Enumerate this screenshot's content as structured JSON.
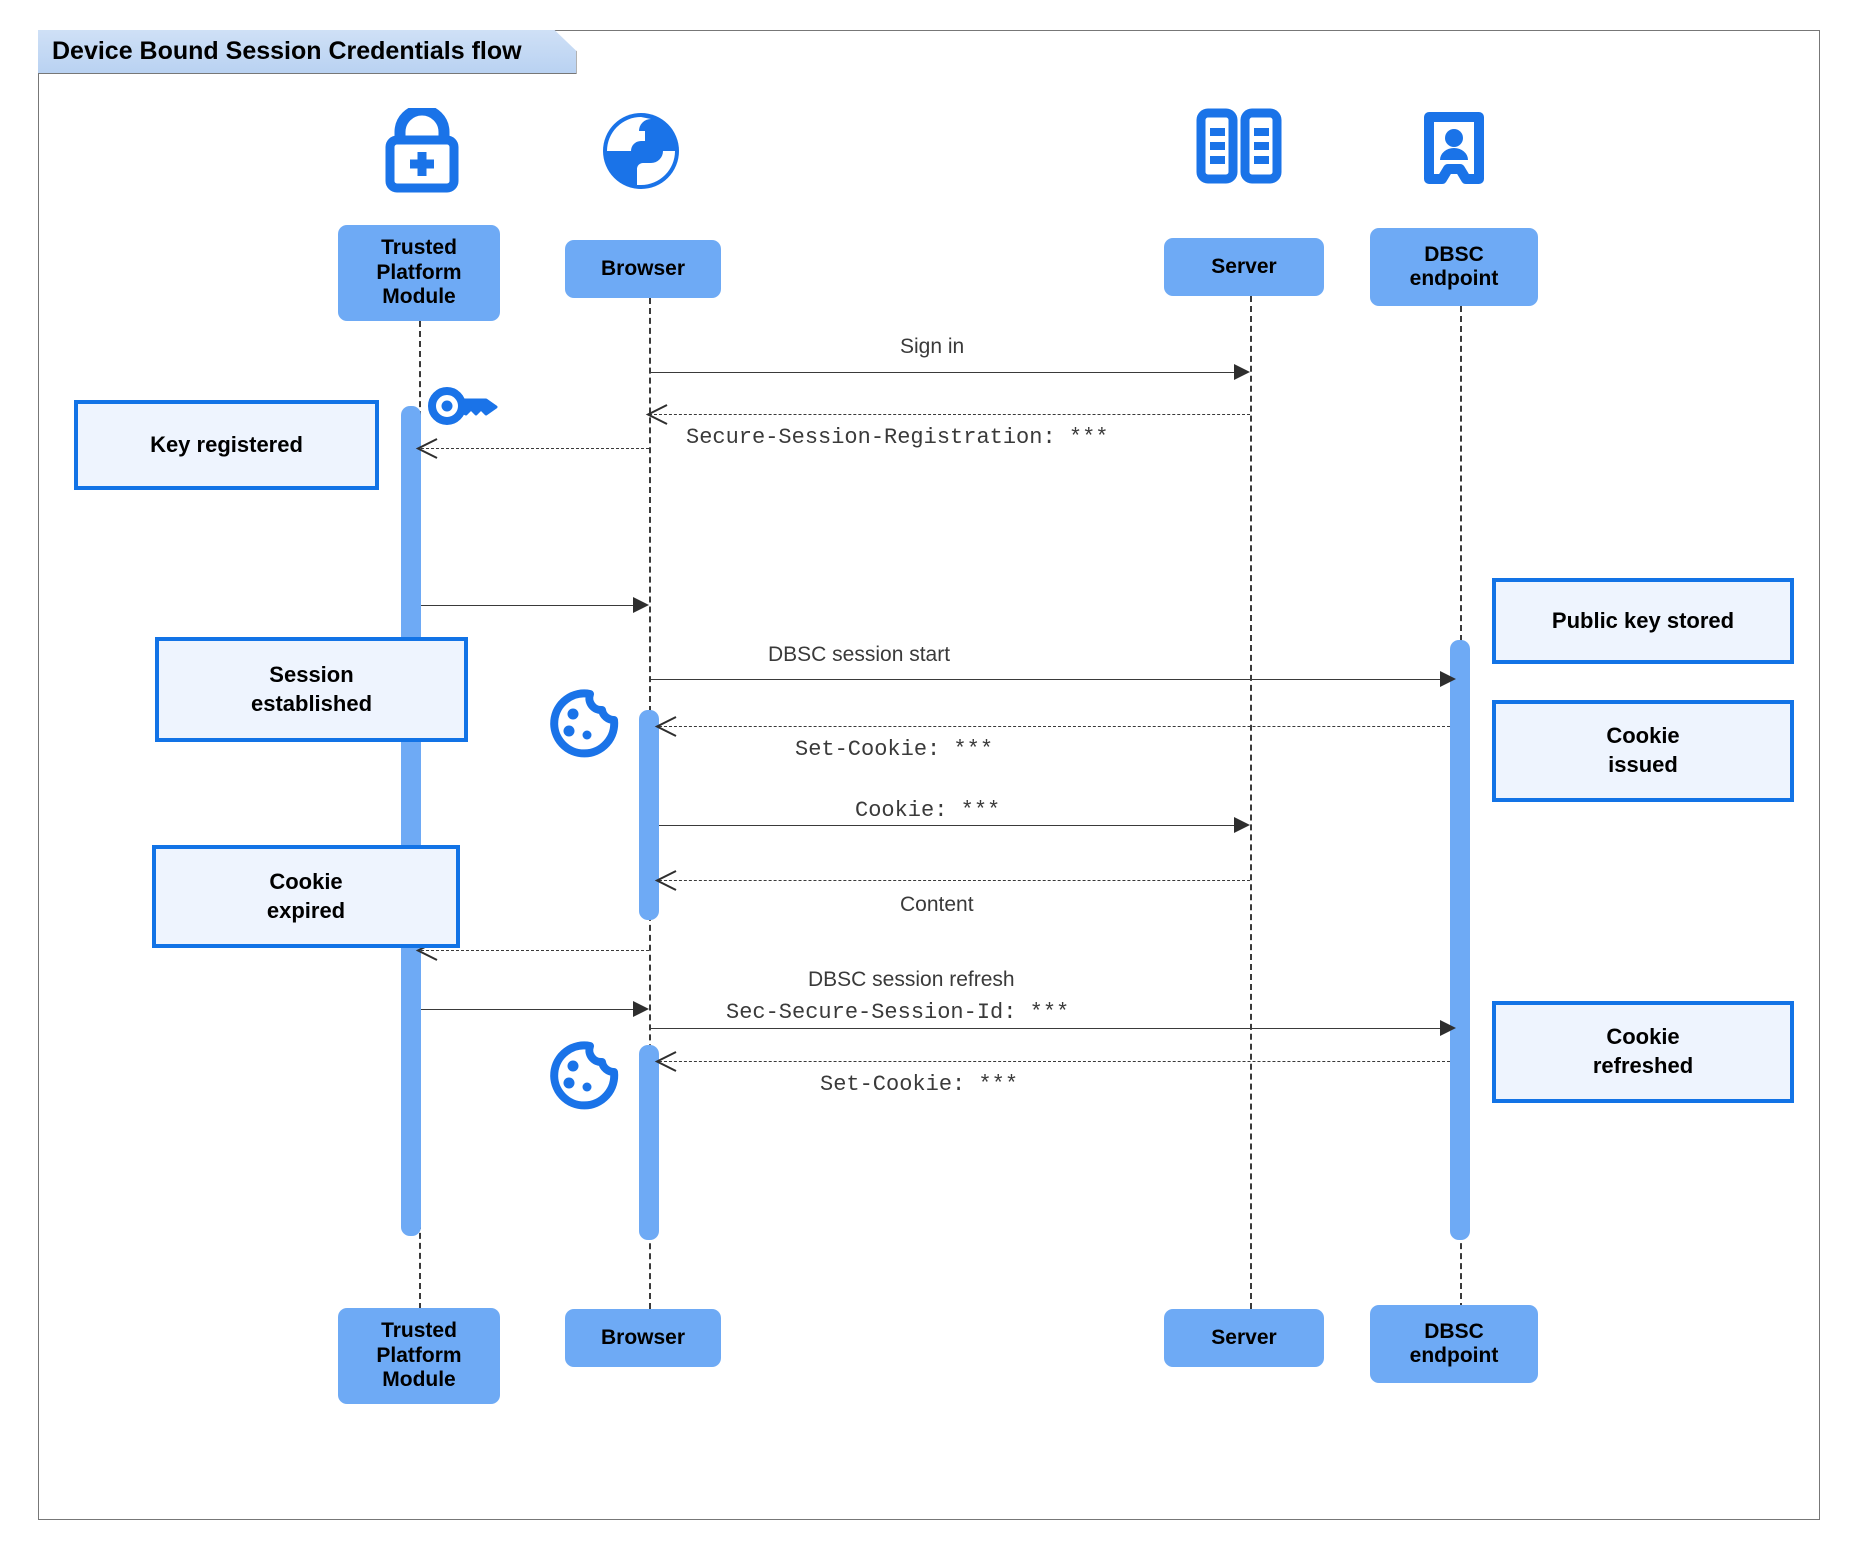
{
  "diagram": {
    "title": "Device Bound Session Credentials flow",
    "type": "uml-sequence-diagram",
    "colors": {
      "participant_fill": "#6eaaf5",
      "note_fill": "#eef4fe",
      "note_border": "#1273e6",
      "icon_blue": "#1a73e8",
      "activation_fill": "#6eaaf5",
      "line": "#3a3a3a",
      "frame_title_fill": "#c2d7f3"
    }
  },
  "participants": [
    {
      "id": "tpm",
      "label": "Trusted\nPlatform\nModule",
      "icon": "lock-plus-icon"
    },
    {
      "id": "browser",
      "label": "Browser",
      "icon": "globe-icon"
    },
    {
      "id": "server",
      "label": "Server",
      "icon": "server-rack-icon"
    },
    {
      "id": "dbsc",
      "label": "DBSC\nendpoint",
      "icon": "id-badge-icon"
    }
  ],
  "messages": [
    {
      "id": "m1",
      "from": "browser",
      "to": "server",
      "label": "Sign in",
      "style": "solid",
      "font": "sans"
    },
    {
      "id": "m2",
      "from": "server",
      "to": "browser",
      "label": "Secure-Session-Registration: ***",
      "style": "dashed",
      "font": "mono"
    },
    {
      "id": "m3",
      "from": "browser",
      "to": "tpm",
      "label": "",
      "style": "dashed",
      "font": "sans"
    },
    {
      "id": "m4",
      "from": "tpm",
      "to": "browser",
      "label": "",
      "style": "solid",
      "font": "sans"
    },
    {
      "id": "m5",
      "from": "browser",
      "to": "dbsc",
      "label": "DBSC session start",
      "style": "solid",
      "font": "sans"
    },
    {
      "id": "m6",
      "from": "dbsc",
      "to": "browser",
      "label": "Set-Cookie: ***",
      "style": "dashed",
      "font": "mono"
    },
    {
      "id": "m7",
      "from": "browser",
      "to": "server",
      "label": "Cookie: ***",
      "style": "solid",
      "font": "mono"
    },
    {
      "id": "m8",
      "from": "server",
      "to": "browser",
      "label": "Content",
      "style": "dashed",
      "font": "sans"
    },
    {
      "id": "m9",
      "from": "browser",
      "to": "tpm",
      "label": "",
      "style": "dashed",
      "font": "sans"
    },
    {
      "id": "m10",
      "from": "tpm",
      "to": "browser",
      "label": "",
      "style": "solid",
      "font": "sans"
    },
    {
      "id": "m11",
      "from": "browser",
      "to": "dbsc",
      "label_line1": "DBSC session refresh",
      "label_line2": "Sec-Secure-Session-Id: ***",
      "style": "solid",
      "font": "mixed"
    },
    {
      "id": "m12",
      "from": "dbsc",
      "to": "browser",
      "label": "Set-Cookie: ***",
      "style": "dashed",
      "font": "mono"
    }
  ],
  "notes": [
    {
      "id": "n1",
      "text": "Key registered",
      "side": "left",
      "attached": "tpm"
    },
    {
      "id": "n2",
      "text": "Session\nestablished",
      "side": "left",
      "attached": "tpm"
    },
    {
      "id": "n3",
      "text": "Cookie\nexpired",
      "side": "left",
      "attached": "tpm"
    },
    {
      "id": "n4",
      "text": "Public key stored",
      "side": "right",
      "attached": "dbsc"
    },
    {
      "id": "n5",
      "text": "Cookie\nissued",
      "side": "right",
      "attached": "dbsc"
    },
    {
      "id": "n6",
      "text": "Cookie\nrefreshed",
      "side": "right",
      "attached": "dbsc"
    }
  ],
  "inline_icons": [
    {
      "id": "key1",
      "name": "key-icon",
      "near": "tpm"
    },
    {
      "id": "cookie1",
      "name": "cookie-icon",
      "near": "browser"
    },
    {
      "id": "cookie2",
      "name": "cookie-icon",
      "near": "browser"
    }
  ]
}
